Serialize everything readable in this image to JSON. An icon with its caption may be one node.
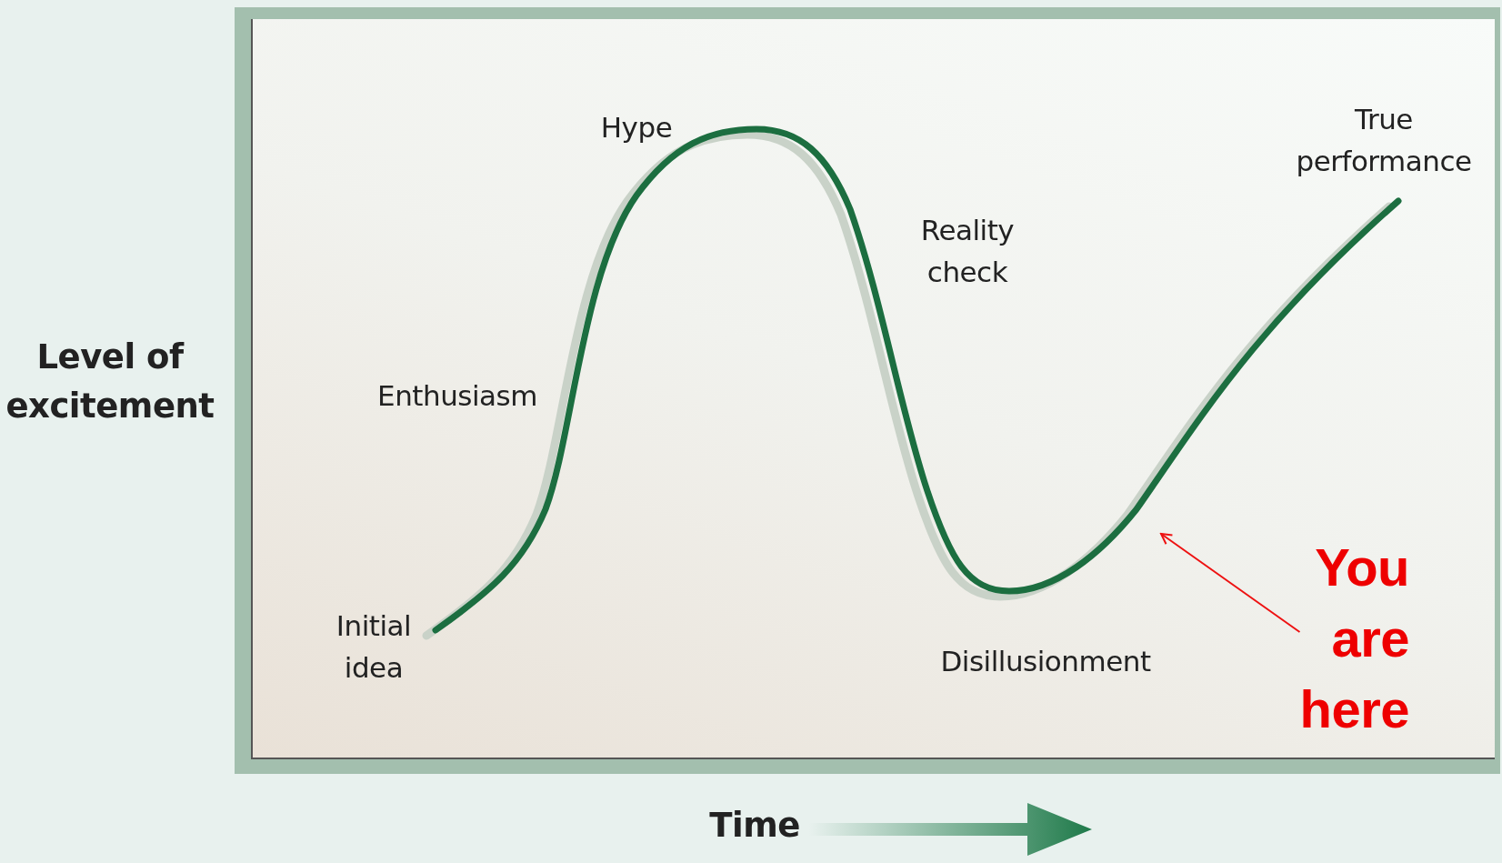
{
  "diagram": {
    "nodes": [
      {
        "text": [
          "You are here"
        ]
      },
      {
        "text": [],
        "shape": "curve"
      }
    ],
    "edges": [
      {
        "from": 0,
        "to": 1,
        "arrow": "to"
      }
    ],
    "labels": [
      "Level of excitement",
      "Hype",
      "True performance",
      "Reality check",
      "Enthusiasm",
      "Initial idea",
      "Disillusionment",
      "Time"
    ]
  }
}
